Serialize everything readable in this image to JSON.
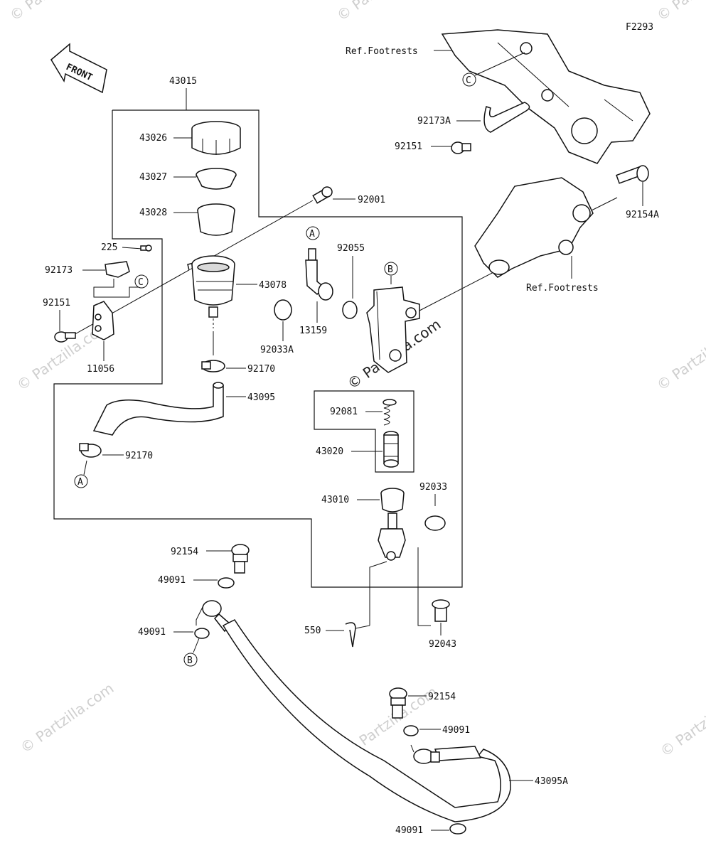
{
  "figure_code": "F2293",
  "front_label": "FRONT",
  "watermark": "© Partzilla.com",
  "ref_labels": {
    "footrests_top": "Ref.Footrests",
    "footrests_mid": "Ref.Footrests"
  },
  "callouts": {
    "A": "A",
    "B": "B",
    "C": "C"
  },
  "parts": {
    "p43015": "43015",
    "p43026": "43026",
    "p43027": "43027",
    "p43028": "43028",
    "p92001": "92001",
    "p225": "225",
    "p92173": "92173",
    "p92151_left": "92151",
    "p11056": "11056",
    "p43078": "43078",
    "p92170_top": "92170",
    "p43095": "43095",
    "p92170_bottom": "92170",
    "p92033A": "92033A",
    "p13159": "13159",
    "p92055": "92055",
    "p92081": "92081",
    "p43020": "43020",
    "p43010": "43010",
    "p92033": "92033",
    "p550": "550",
    "p92043": "92043",
    "p92173A": "92173A",
    "p92151_top": "92151",
    "p92154A": "92154A",
    "p92154_left": "92154",
    "p49091_a": "49091",
    "p49091_b": "49091",
    "p92154_right": "92154",
    "p49091_c": "49091",
    "p43095A": "43095A",
    "p49091_d": "49091"
  }
}
